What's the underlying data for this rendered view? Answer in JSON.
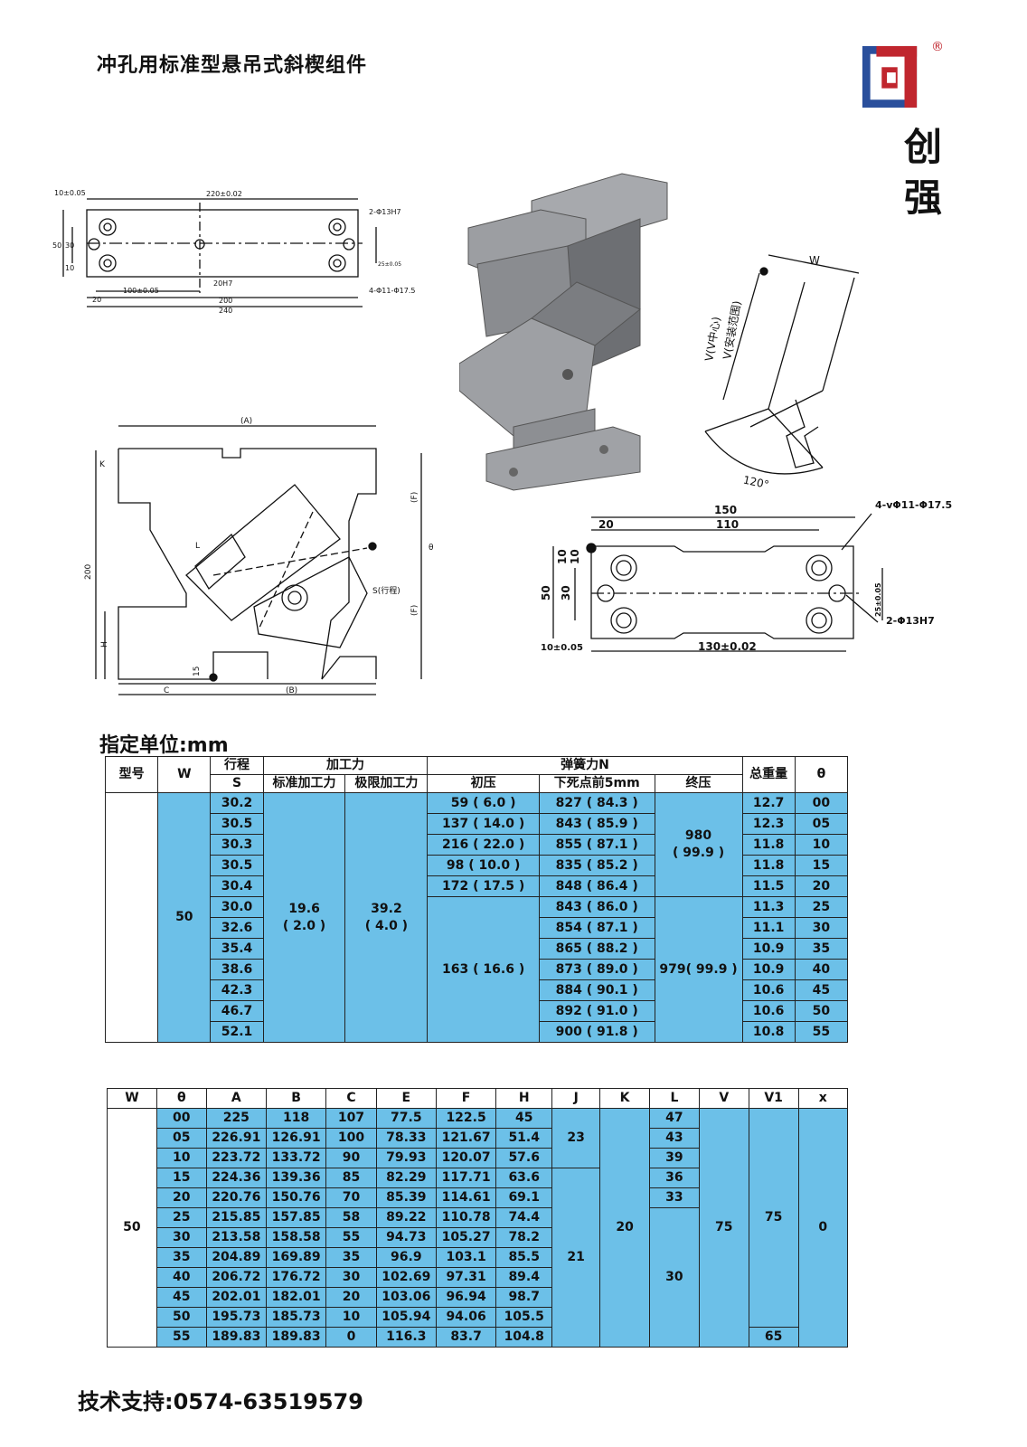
{
  "title": "冲孔用标准型悬吊式斜楔组件",
  "brand": {
    "line1": "创",
    "line2": "强",
    "registered": "®"
  },
  "unit_label": "指定单位:mm",
  "support": "技术支持:0574-63519579",
  "colors": {
    "table_cell": "#6cc0e8",
    "logo_blue": "#2a4f9c",
    "logo_red": "#c0262e"
  },
  "drawing_top_left": {
    "d1": "10±0.05",
    "d2": "220±0.02",
    "d3": "2-Φ13H7",
    "d4": "50",
    "d5": "30",
    "d6": "10",
    "d7": "25±0.05",
    "d8": "20H7",
    "d9": "100±0.05",
    "d10": "4-Φ11-Φ17.5",
    "d11": "20",
    "d12": "200",
    "d13": "240"
  },
  "drawing_side": {
    "a": "(A)",
    "k": "K",
    "f1": "(F)",
    "f2": "(F)",
    "h": "H",
    "d200": "200",
    "stroke": "S(行程)",
    "theta": "θ",
    "c": "C",
    "b": "(B)",
    "d15": "15",
    "l": "L"
  },
  "drawing_wedge": {
    "w": "W",
    "v1": "V(V中心)",
    "v2": "V(安装范围)",
    "angle": "120°"
  },
  "drawing_bottom_right": {
    "d150": "150",
    "d20": "20",
    "d110": "110",
    "holes": "4-vΦ11-Φ17.5",
    "d10a": "10",
    "d10b": "10",
    "d50": "50",
    "d30": "30",
    "d25": "25±0.05",
    "pins": "2-Φ13H7",
    "d10c": "10±0.05",
    "d130": "130±0.02"
  },
  "table1": {
    "headers": {
      "model": "型号",
      "w": "W",
      "stroke": "行程",
      "stroke_s": "S",
      "force": "加工力",
      "std_force": "标准加工力",
      "max_force": "极限加工力",
      "spring": "弹簧力N",
      "initial": "初压",
      "before_bdc": "下死点前5mm",
      "final": "终压",
      "weight": "总重量",
      "theta": "θ"
    },
    "w_value": "50",
    "std_force": "19.6\n( 2.0 )",
    "max_force": "39.2\n( 4.0 )",
    "initial_merged": "163 ( 16.6 )",
    "final_a": "980\n( 99.9 )",
    "final_b": "979( 99.9 )",
    "rows": [
      {
        "s": "30.2",
        "init": "59 ( 6.0 )",
        "bdc": "827 ( 84.3 )",
        "wt": "12.7",
        "th": "00"
      },
      {
        "s": "30.5",
        "init": "137 ( 14.0 )",
        "bdc": "843 ( 85.9 )",
        "wt": "12.3",
        "th": "05"
      },
      {
        "s": "30.3",
        "init": "216 ( 22.0 )",
        "bdc": "855 ( 87.1 )",
        "wt": "11.8",
        "th": "10"
      },
      {
        "s": "30.5",
        "init": "98 ( 10.0 )",
        "bdc": "835 ( 85.2 )",
        "wt": "11.8",
        "th": "15"
      },
      {
        "s": "30.4",
        "init": "172 ( 17.5 )",
        "bdc": "848 ( 86.4 )",
        "wt": "11.5",
        "th": "20"
      },
      {
        "s": "30.0",
        "init": "",
        "bdc": "843 ( 86.0 )",
        "wt": "11.3",
        "th": "25"
      },
      {
        "s": "32.6",
        "init": "",
        "bdc": "854 ( 87.1 )",
        "wt": "11.1",
        "th": "30"
      },
      {
        "s": "35.4",
        "init": "",
        "bdc": "865 ( 88.2 )",
        "wt": "10.9",
        "th": "35"
      },
      {
        "s": "38.6",
        "init": "",
        "bdc": "873 ( 89.0 )",
        "wt": "10.9",
        "th": "40"
      },
      {
        "s": "42.3",
        "init": "",
        "bdc": "884 ( 90.1 )",
        "wt": "10.6",
        "th": "45"
      },
      {
        "s": "46.7",
        "init": "",
        "bdc": "892 ( 91.0 )",
        "wt": "10.6",
        "th": "50"
      },
      {
        "s": "52.1",
        "init": "",
        "bdc": "900 ( 91.8 )",
        "wt": "10.8",
        "th": "55"
      }
    ]
  },
  "table2": {
    "headers": [
      "W",
      "θ",
      "A",
      "B",
      "C",
      "E",
      "F",
      "H",
      "J",
      "K",
      "L",
      "V",
      "V1",
      "x"
    ],
    "w_value": "50",
    "j_a": "23",
    "j_b": "21",
    "k": "20",
    "l_merged": "30",
    "v": "75",
    "v1_merged": "75",
    "v1_last": "65",
    "x": "0",
    "rows": [
      {
        "th": "00",
        "a": "225",
        "b": "118",
        "c": "107",
        "e": "77.5",
        "f": "122.5",
        "h": "45",
        "l": "47"
      },
      {
        "th": "05",
        "a": "226.91",
        "b": "126.91",
        "c": "100",
        "e": "78.33",
        "f": "121.67",
        "h": "51.4",
        "l": "43"
      },
      {
        "th": "10",
        "a": "223.72",
        "b": "133.72",
        "c": "90",
        "e": "79.93",
        "f": "120.07",
        "h": "57.6",
        "l": "39"
      },
      {
        "th": "15",
        "a": "224.36",
        "b": "139.36",
        "c": "85",
        "e": "82.29",
        "f": "117.71",
        "h": "63.6",
        "l": "36"
      },
      {
        "th": "20",
        "a": "220.76",
        "b": "150.76",
        "c": "70",
        "e": "85.39",
        "f": "114.61",
        "h": "69.1",
        "l": "33"
      },
      {
        "th": "25",
        "a": "215.85",
        "b": "157.85",
        "c": "58",
        "e": "89.22",
        "f": "110.78",
        "h": "74.4",
        "l": ""
      },
      {
        "th": "30",
        "a": "213.58",
        "b": "158.58",
        "c": "55",
        "e": "94.73",
        "f": "105.27",
        "h": "78.2",
        "l": ""
      },
      {
        "th": "35",
        "a": "204.89",
        "b": "169.89",
        "c": "35",
        "e": "96.9",
        "f": "103.1",
        "h": "85.5",
        "l": ""
      },
      {
        "th": "40",
        "a": "206.72",
        "b": "176.72",
        "c": "30",
        "e": "102.69",
        "f": "97.31",
        "h": "89.4",
        "l": ""
      },
      {
        "th": "45",
        "a": "202.01",
        "b": "182.01",
        "c": "20",
        "e": "103.06",
        "f": "96.94",
        "h": "98.7",
        "l": ""
      },
      {
        "th": "50",
        "a": "195.73",
        "b": "185.73",
        "c": "10",
        "e": "105.94",
        "f": "94.06",
        "h": "105.5",
        "l": ""
      },
      {
        "th": "55",
        "a": "189.83",
        "b": "189.83",
        "c": "0",
        "e": "116.3",
        "f": "83.7",
        "h": "104.8",
        "l": ""
      }
    ]
  }
}
